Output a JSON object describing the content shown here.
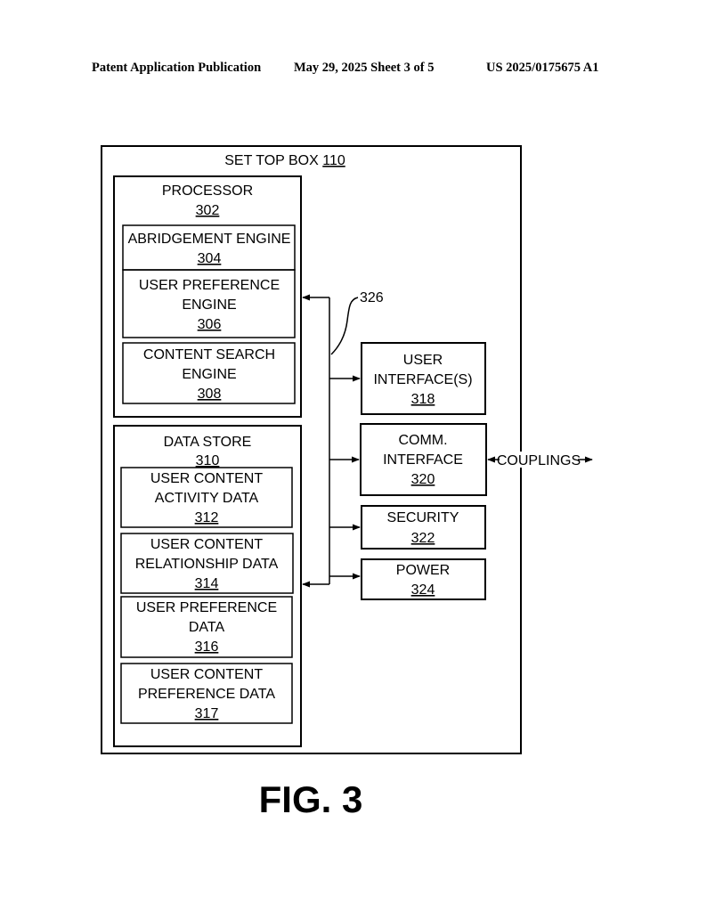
{
  "header": {
    "publication": "Patent Application Publication",
    "date_sheet": "May 29, 2025  Sheet 3 of 5",
    "pub_number": "US 2025/0175675 A1"
  },
  "figure": {
    "stb_title": "SET TOP BOX",
    "stb_ref": "110",
    "processor": {
      "label": "PROCESSOR",
      "ref": "302"
    },
    "abridgement": {
      "label": "ABRIDGEMENT ENGINE",
      "ref": "304"
    },
    "user_pref_engine": {
      "line1": "USER PREFERENCE",
      "line2": "ENGINE",
      "ref": "306"
    },
    "content_search": {
      "line1": "CONTENT SEARCH",
      "line2": "ENGINE",
      "ref": "308"
    },
    "data_store": {
      "label": "DATA STORE",
      "ref": "310"
    },
    "activity": {
      "line1": "USER CONTENT",
      "line2": "ACTIVITY DATA",
      "ref": "312"
    },
    "relationship": {
      "line1": "USER CONTENT",
      "line2": "RELATIONSHIP DATA",
      "ref": "314"
    },
    "pref_data": {
      "line1": "USER PREFERENCE",
      "line2": "DATA",
      "ref": "316"
    },
    "content_pref": {
      "line1": "USER CONTENT",
      "line2": "PREFERENCE DATA",
      "ref": "317"
    },
    "user_interface": {
      "line1": "USER",
      "line2": "INTERFACE(S)",
      "ref": "318"
    },
    "comm": {
      "line1": "COMM.",
      "line2": "INTERFACE",
      "ref": "320"
    },
    "security": {
      "label": "SECURITY",
      "ref": "322"
    },
    "power": {
      "label": "POWER",
      "ref": "324"
    },
    "bus_ref": "326",
    "couplings": "COUPLINGS",
    "fig_label": "FIG. 3"
  }
}
